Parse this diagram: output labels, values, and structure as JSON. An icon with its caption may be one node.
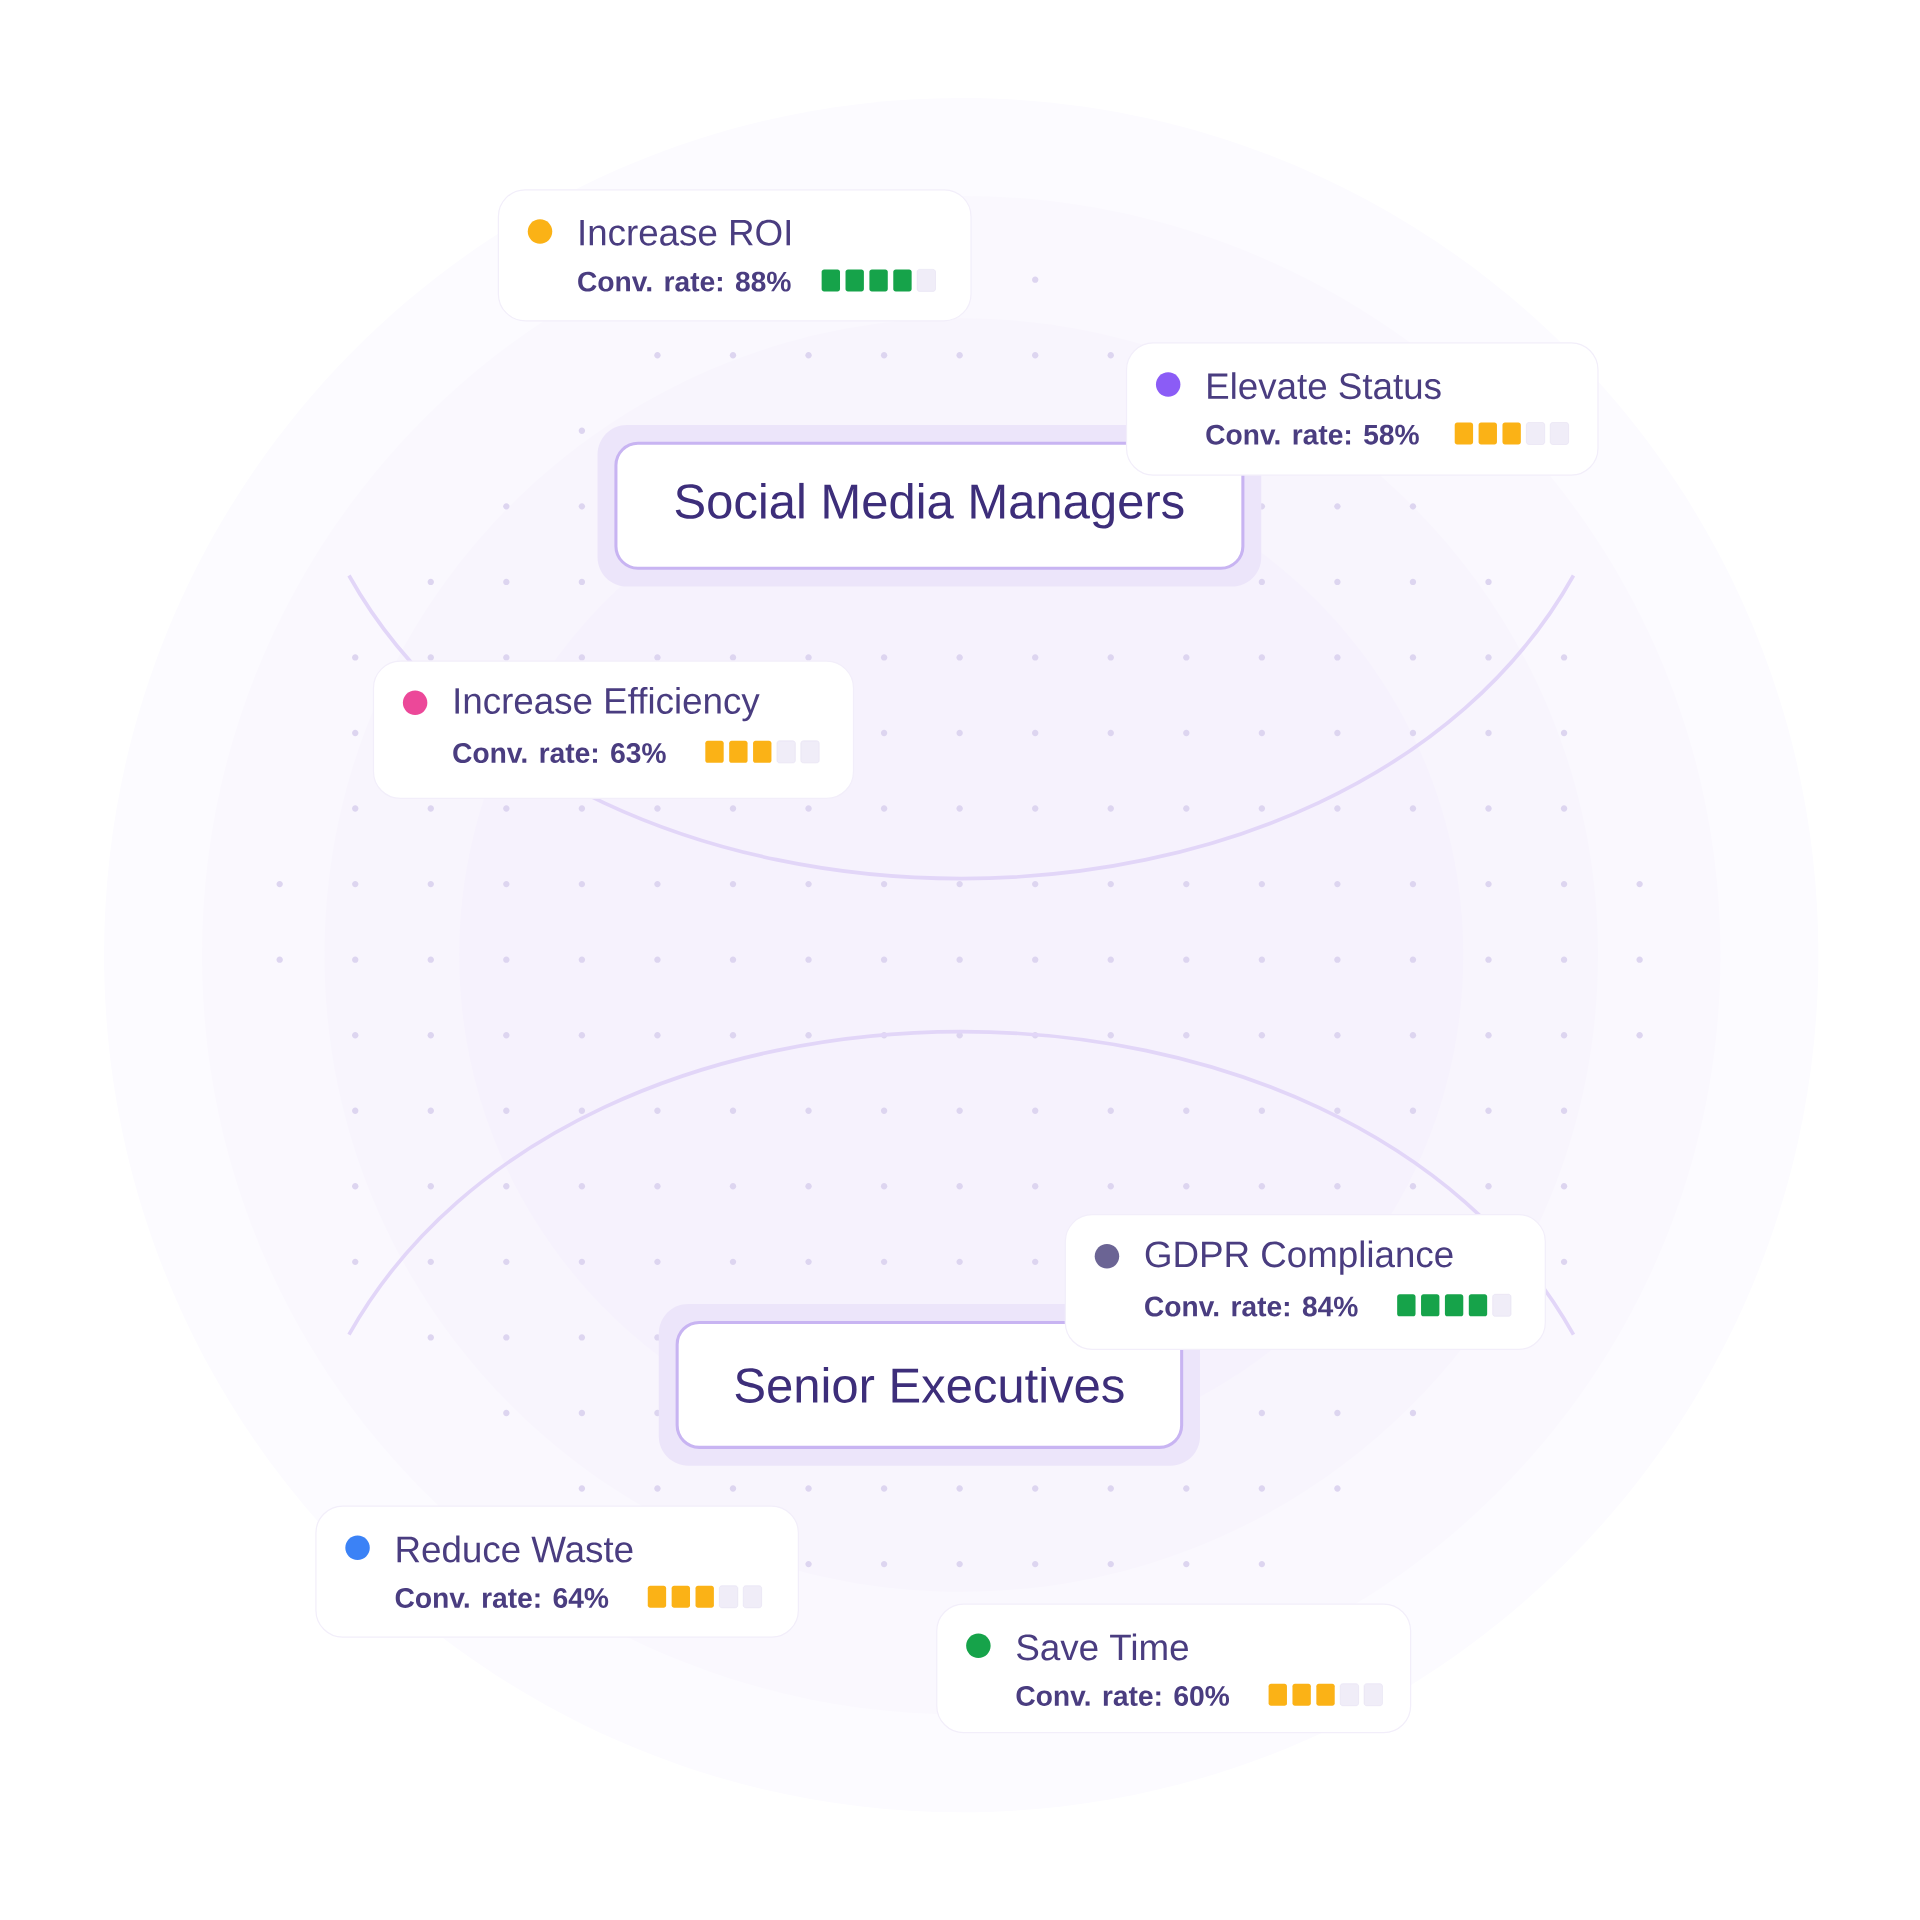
{
  "diagram": {
    "nodes": [
      {
        "text": [
          "Increase ROI",
          "Conv. rate: 88%"
        ]
      },
      {
        "text": [
          "Elevate Status",
          "Conv. rate: 58%"
        ]
      },
      {
        "text": [
          "Social Media Managers"
        ]
      },
      {
        "text": [
          "Increase Efficiency",
          "Conv. rate: 63%"
        ]
      },
      {
        "text": [
          "GDPR Compliance",
          "Conv. rate: 84%"
        ]
      },
      {
        "text": [
          "Senior Executives"
        ]
      },
      {
        "text": [
          "Reduce Waste",
          "Conv. rate: 64%"
        ]
      },
      {
        "text": [
          "Save Time",
          "Conv. rate: 60%"
        ]
      }
    ]
  }
}
